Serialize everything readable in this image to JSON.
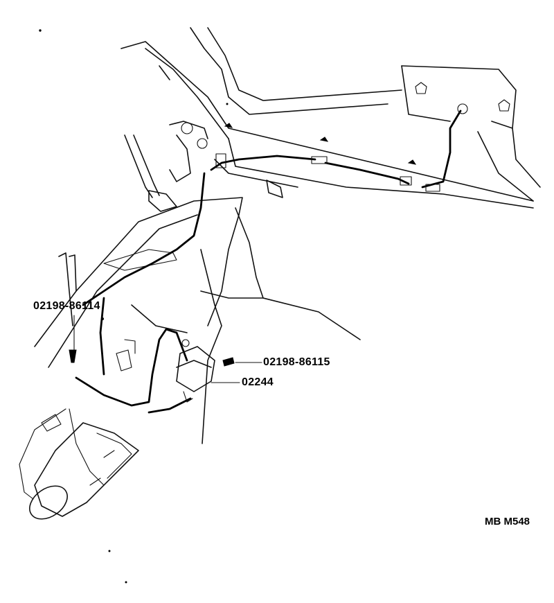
{
  "callouts": {
    "screw_left": "02198-86114",
    "screw_right": "02198-86115",
    "module": "02244"
  },
  "reference_code": "MB M548"
}
